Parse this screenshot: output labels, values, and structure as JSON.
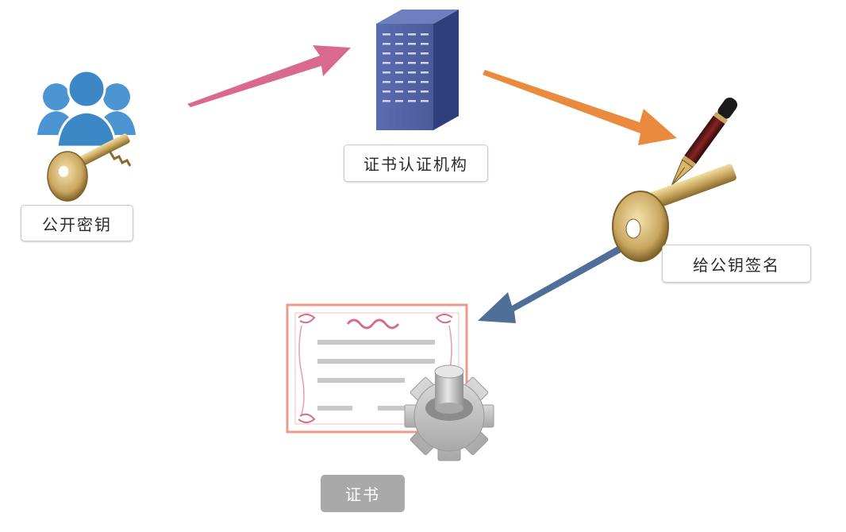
{
  "labels": {
    "public_key": "公开密钥",
    "ca": "证书认证机构",
    "sign": "给公钥签名",
    "certificate": "证书"
  },
  "colors": {
    "arrow_pink": "#d9698f",
    "arrow_orange": "#ea8a3f",
    "arrow_blue": "#4f6f99",
    "people_blue": "#4a95d2",
    "server_blue": "#5061a2",
    "key_gold": "#c9a760",
    "certificate_border": "#ee9a8a",
    "gear_gray": "#b8b8b8",
    "cert_label_bg": "#a9a9a9"
  },
  "icons": [
    "users-icon",
    "key-icon",
    "server-icon",
    "pen-icon",
    "certificate-icon",
    "gear-icon"
  ]
}
